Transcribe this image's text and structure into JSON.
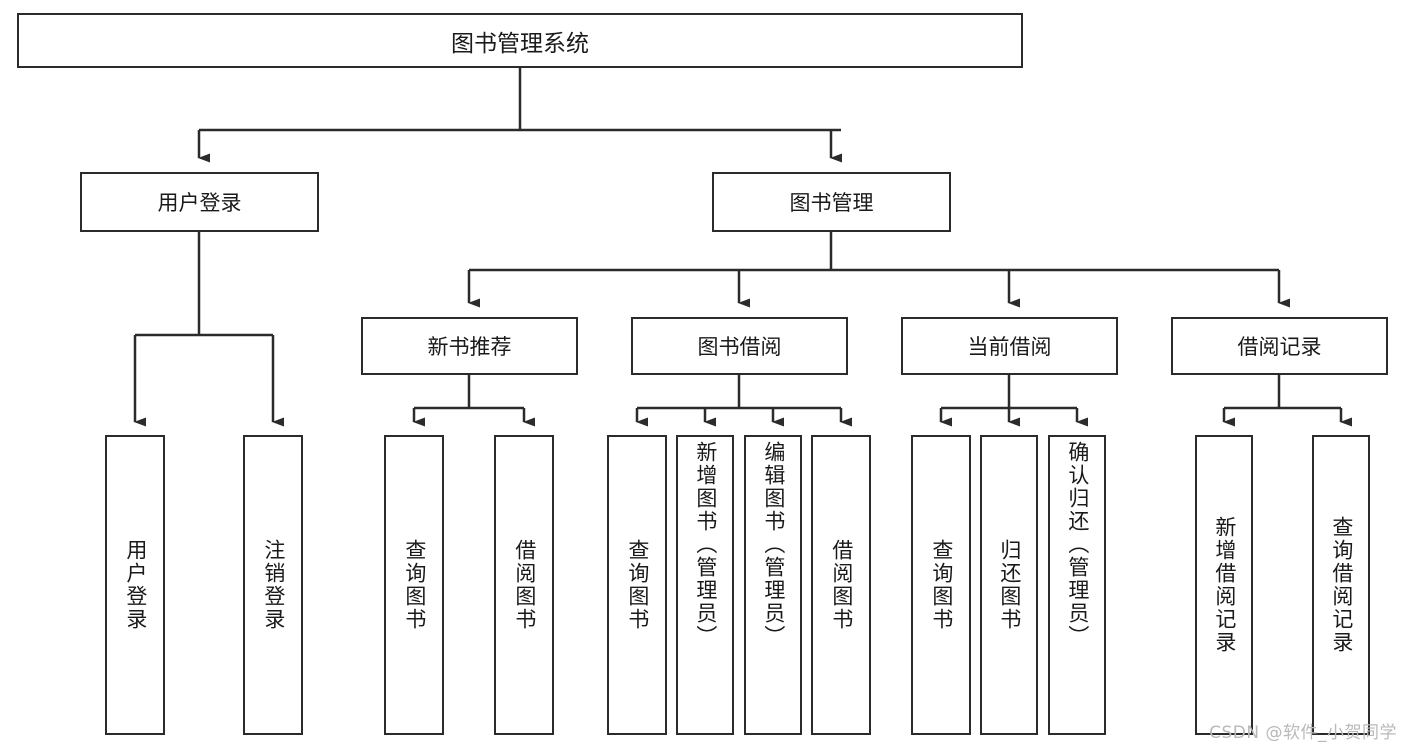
{
  "diagram": {
    "type": "tree-hierarchy",
    "title": "图书管理系统",
    "levels": {
      "level1": {
        "label": "图书管理系统"
      },
      "level2": [
        {
          "label": "用户登录"
        },
        {
          "label": "图书管理"
        }
      ],
      "level3": [
        {
          "label": "新书推荐"
        },
        {
          "label": "图书借阅"
        },
        {
          "label": "当前借阅"
        },
        {
          "label": "借阅记录"
        }
      ],
      "leaves": {
        "user_login": [
          {
            "label": "用户登录"
          },
          {
            "label": "注销登录"
          }
        ],
        "new_book_recommend": [
          {
            "label": "查询图书"
          },
          {
            "label": "借阅图书"
          }
        ],
        "book_borrow": [
          {
            "label": "查询图书"
          },
          {
            "label": "新增图书（管理员）"
          },
          {
            "label": "编辑图书（管理员）"
          },
          {
            "label": "借阅图书"
          }
        ],
        "current_borrow": [
          {
            "label": "查询图书"
          },
          {
            "label": "归还图书"
          },
          {
            "label": "确认归还（管理员）"
          }
        ],
        "borrow_record": [
          {
            "label": "新增借阅记录"
          },
          {
            "label": "查询借阅记录"
          }
        ]
      }
    },
    "colors": {
      "background": "#ffffff",
      "box_border": "#2b2b2b",
      "box_fill": "#ffffff",
      "connector": "#2b2b2b",
      "text": "#1a1a1a",
      "watermark": "#b9b9b9"
    }
  },
  "watermark": {
    "text": "CSDN @软件_小贺同学"
  }
}
